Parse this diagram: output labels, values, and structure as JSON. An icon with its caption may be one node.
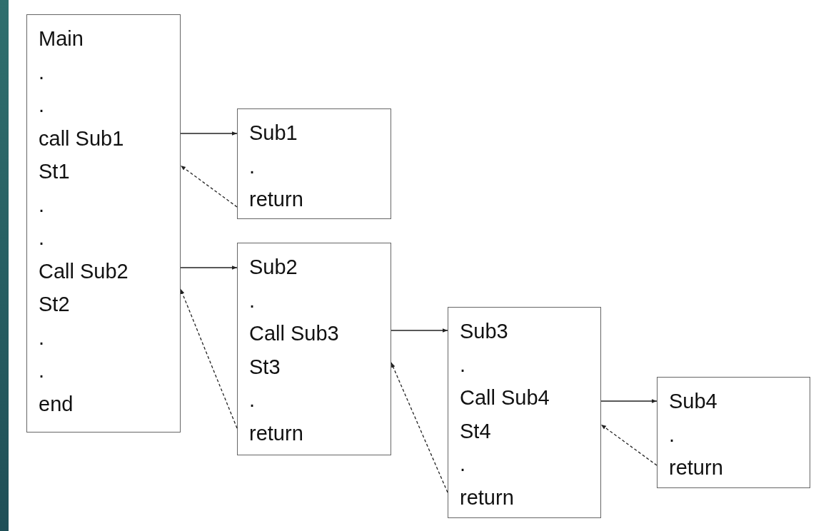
{
  "diagram": {
    "nodes": [
      {
        "text": [
          "Main",
          ".",
          ".",
          "call Sub1",
          "St1",
          ".",
          ".",
          "Call Sub2",
          "St2",
          ".",
          ".",
          "end"
        ]
      },
      {
        "text": [
          "Sub1",
          ".",
          "return"
        ]
      },
      {
        "text": [
          "Sub2",
          ".",
          "Call Sub3",
          "St3",
          ".",
          "return"
        ]
      },
      {
        "text": [
          "Sub3",
          ".",
          "Call Sub4",
          "St4",
          ".",
          "return"
        ]
      },
      {
        "text": [
          "Sub4",
          ".",
          "return"
        ]
      }
    ],
    "edges": [
      {
        "from": 0,
        "to": 1,
        "arrow": "to"
      },
      {
        "from": 1,
        "to": 0,
        "arrow": "to",
        "style": "dashed"
      },
      {
        "from": 0,
        "to": 2,
        "arrow": "to"
      },
      {
        "from": 2,
        "to": 0,
        "arrow": "to",
        "style": "dashed"
      },
      {
        "from": 2,
        "to": 3,
        "arrow": "to"
      },
      {
        "from": 3,
        "to": 2,
        "arrow": "to",
        "style": "dashed"
      },
      {
        "from": 3,
        "to": 4,
        "arrow": "to"
      },
      {
        "from": 4,
        "to": 3,
        "arrow": "to",
        "style": "dashed"
      }
    ]
  }
}
